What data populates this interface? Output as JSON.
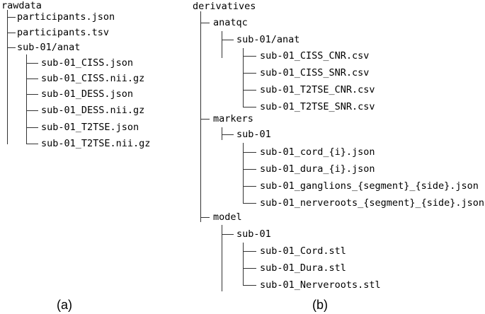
{
  "panel_a": {
    "caption": "(a)",
    "root": "rawdata",
    "children": [
      "participants.json",
      "participants.tsv",
      "sub-01/anat"
    ],
    "anat_files": [
      "sub-01_CISS.json",
      "sub-01_CISS.nii.gz",
      "sub-01_DESS.json",
      "sub-01_DESS.nii.gz",
      "sub-01_T2TSE.json",
      "sub-01_T2TSE.nii.gz"
    ]
  },
  "panel_b": {
    "caption": "(b)",
    "root": "derivatives",
    "anatqc": {
      "name": "anatqc",
      "subdir": "sub-01/anat",
      "files": [
        "sub-01_CISS_CNR.csv",
        "sub-01_CISS_SNR.csv",
        "sub-01_T2TSE_CNR.csv",
        "sub-01_T2TSE_SNR.csv"
      ]
    },
    "markers": {
      "name": "markers",
      "subdir": "sub-01",
      "files": [
        "sub-01_cord_{i}.json",
        "sub-01_dura_{i}.json",
        "sub-01_ganglions_{segment}_{side}.json",
        "sub-01_nerveroots_{segment}_{side}.json"
      ]
    },
    "model": {
      "name": "model",
      "subdir": "sub-01",
      "files": [
        "sub-01_Cord.stl",
        "sub-01_Dura.stl",
        "sub-01_Nerveroots.stl"
      ]
    }
  },
  "colors": {
    "line": "#333333",
    "text": "#000000",
    "background": "#ffffff"
  }
}
